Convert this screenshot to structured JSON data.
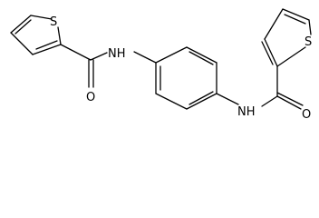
{
  "structure": {
    "atoms": {
      "s1": "S",
      "s2": "S",
      "o1": "O",
      "o2": "O",
      "n1": "NH",
      "n2": "NH"
    }
  },
  "colors": {
    "bond": "#000000",
    "text": "#000000",
    "background": "#ffffff"
  }
}
